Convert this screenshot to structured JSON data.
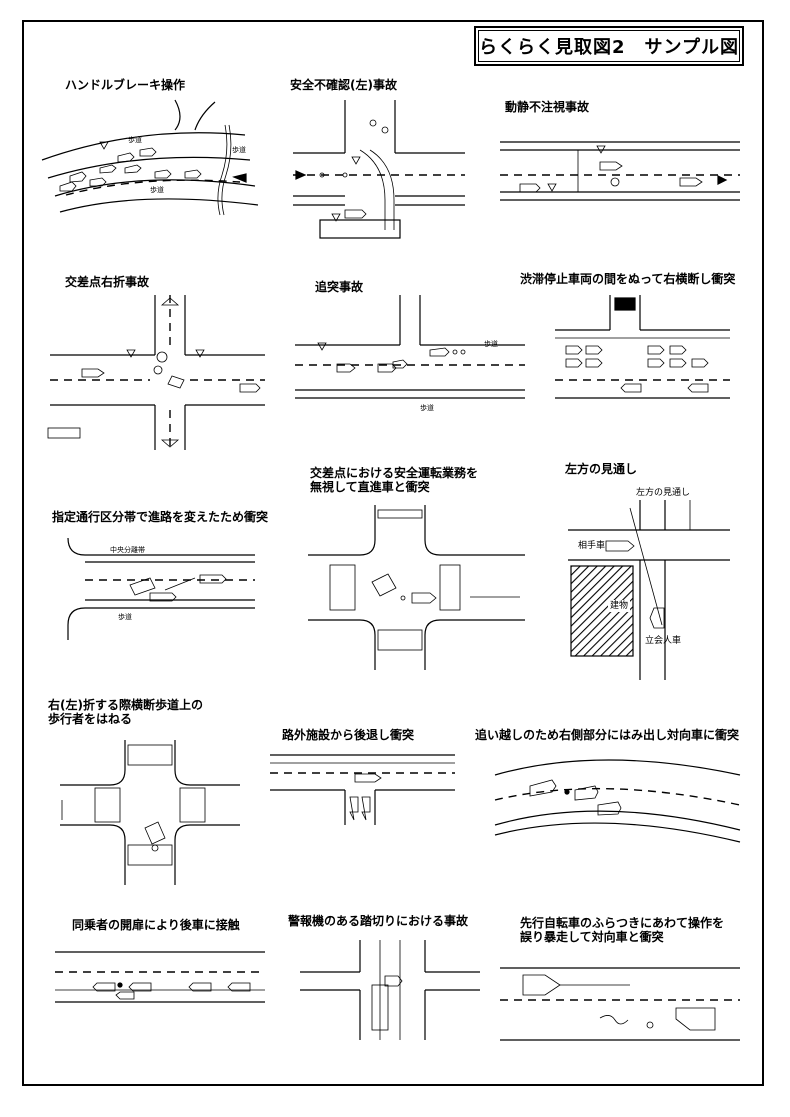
{
  "title": "らくらく見取図2　サンプル図",
  "captions": {
    "c1": "ハンドルブレーキ操作",
    "c2": "安全不確認(左)事故",
    "c3": "動静不注視事故",
    "c4": "交差点右折事故",
    "c5": "追突事故",
    "c6": "渋滞停止車両の間をぬって右横断し衝突",
    "c7a": "交差点における安全運転業務を",
    "c7b": "無視して直進車と衝突",
    "c8": "左方の見通し",
    "c9": "指定通行区分帯で進路を変えたため衝突",
    "c10a": "右(左)折する際横断歩道上の",
    "c10b": "歩行者をはねる",
    "c11": "路外施設から後退し衝突",
    "c12": "追い越しのため右側部分にはみ出し対向車に衝突",
    "c13": "同乗者の開扉により後車に接触",
    "c14": "警報機のある踏切りにおける事故",
    "c15a": "先行自転車のふらつきにあわて操作を",
    "c15b": "誤り暴走して対向車と衝突"
  },
  "labels": {
    "hodo": "歩道",
    "chuo": "中央分離帯",
    "michidori": "左方の見通し",
    "aite": "相手車",
    "tatemono": "建物",
    "tachiai": "立会人車"
  }
}
